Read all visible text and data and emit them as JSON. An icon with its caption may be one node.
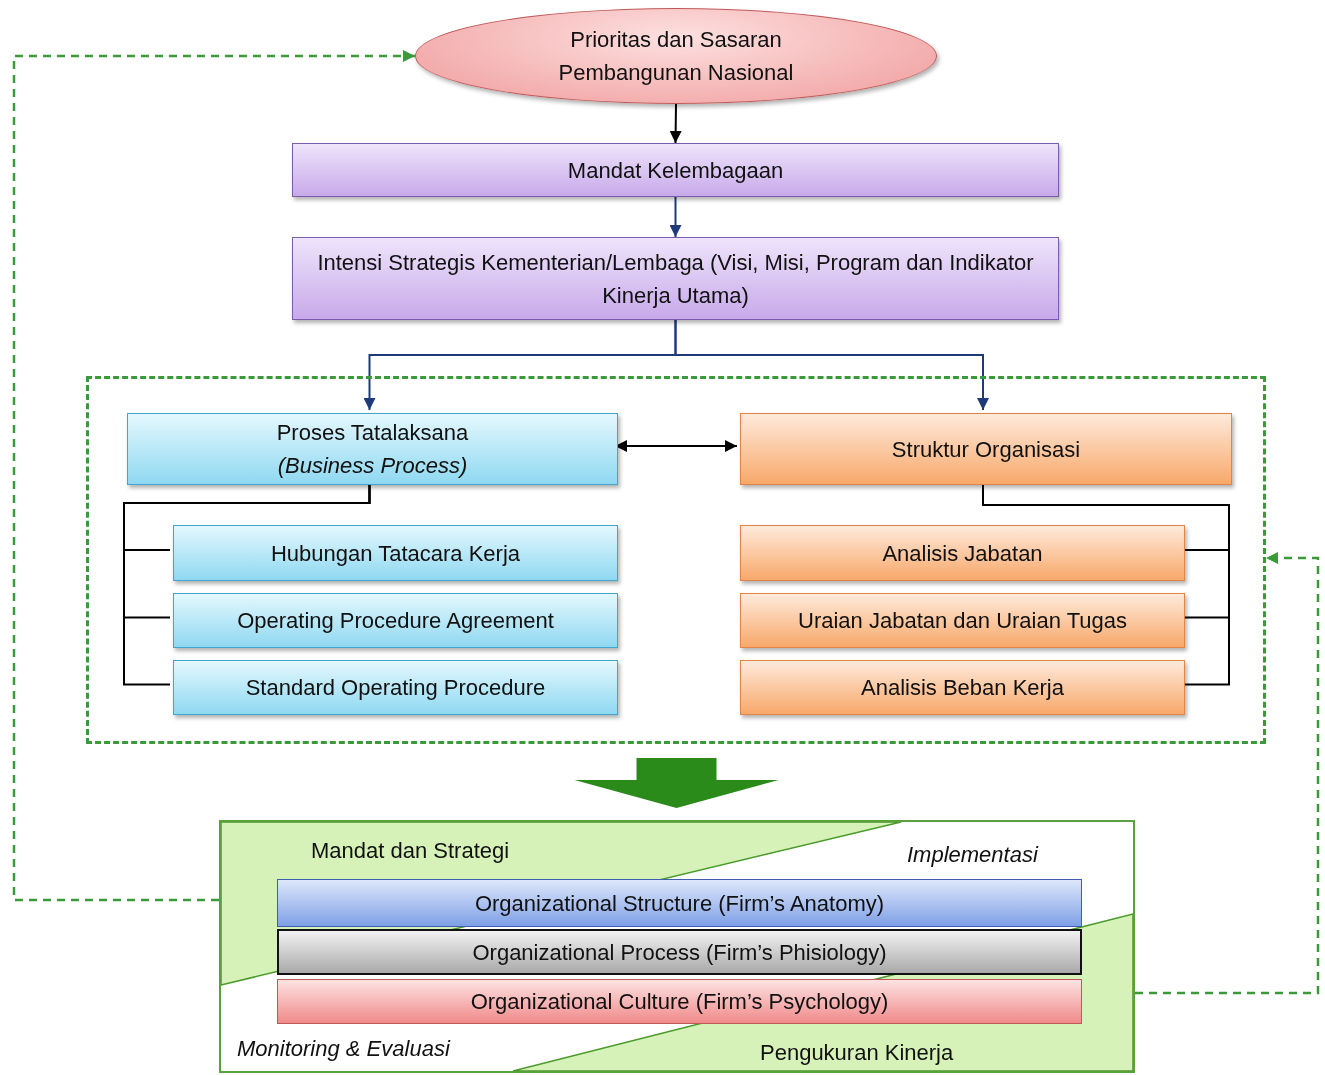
{
  "diagram": {
    "nodes": [
      {
        "text": [
          "Prioritas dan Sasaran Pembangunan Nasional"
        ]
      },
      {
        "text": [
          "Mandat Kelembagaan"
        ]
      },
      {
        "text": [
          "Intensi Strategis Kementerian/Lembaga (Visi, Misi, Program dan Indikator Kinerja Utama)"
        ]
      },
      {
        "text": [],
        "shape": "box"
      },
      {
        "text": [
          "Proses Tatalaksana",
          "(Business Process)"
        ],
        "in": 3
      },
      {
        "text": [
          "Hubungan Tatacara Kerja"
        ],
        "in": 3
      },
      {
        "text": [
          "Operating Procedure Agreement"
        ],
        "in": 3
      },
      {
        "text": [
          "Standard Operating Procedure"
        ],
        "in": 3
      },
      {
        "text": [
          "Struktur Organisasi"
        ],
        "in": 3
      },
      {
        "text": [
          "Analisis Jabatan"
        ],
        "in": 3
      },
      {
        "text": [
          "Uraian Jabatan dan Uraian Tugas"
        ],
        "in": 3
      },
      {
        "text": [
          "Analisis Beban Kerja"
        ],
        "in": 3
      },
      {
        "text": [
          "Mandat dan Strategi",
          "Implementasi",
          "Monitoring & Evaluasi",
          "Pengukuran Kinerja"
        ]
      },
      {
        "text": [
          "Organizational Structure (Firm’s Anatomy)"
        ],
        "in": 12
      },
      {
        "text": [
          "Organizational Process (Firm’s Phisiology)"
        ],
        "in": 12
      },
      {
        "text": [
          "Organizational Culture (Firm’s Psychology)"
        ],
        "in": 12
      }
    ],
    "edges": [
      {
        "from": 0,
        "to": 1,
        "arrow": "to"
      },
      {
        "from": 1,
        "to": 2,
        "arrow": "to",
        "color": "#1f3a7a"
      },
      {
        "from": 2,
        "to": 4,
        "arrow": "to",
        "color": "#1f3a7a"
      },
      {
        "from": 2,
        "to": 8,
        "arrow": "to",
        "color": "#1f3a7a"
      },
      {
        "from": 4,
        "to": 8,
        "arrow": "both"
      },
      {
        "from": 4,
        "to": 5,
        "arrow": "none"
      },
      {
        "from": 4,
        "to": 6,
        "arrow": "none"
      },
      {
        "from": 4,
        "to": 7,
        "arrow": "none"
      },
      {
        "from": 8,
        "to": 9,
        "arrow": "none"
      },
      {
        "from": 8,
        "to": 10,
        "arrow": "none"
      },
      {
        "from": 8,
        "to": 11,
        "arrow": "none"
      },
      {
        "from": 3,
        "to": 12,
        "arrow": "to",
        "style": "thick",
        "color": "#2a8a1a"
      },
      {
        "from": 12,
        "to": 0,
        "arrow": "to",
        "style": "dashed",
        "color": "#3a9a3a"
      },
      {
        "from": 12,
        "to": 3,
        "arrow": "to",
        "style": "dashed",
        "color": "#3a9a3a"
      }
    ]
  }
}
